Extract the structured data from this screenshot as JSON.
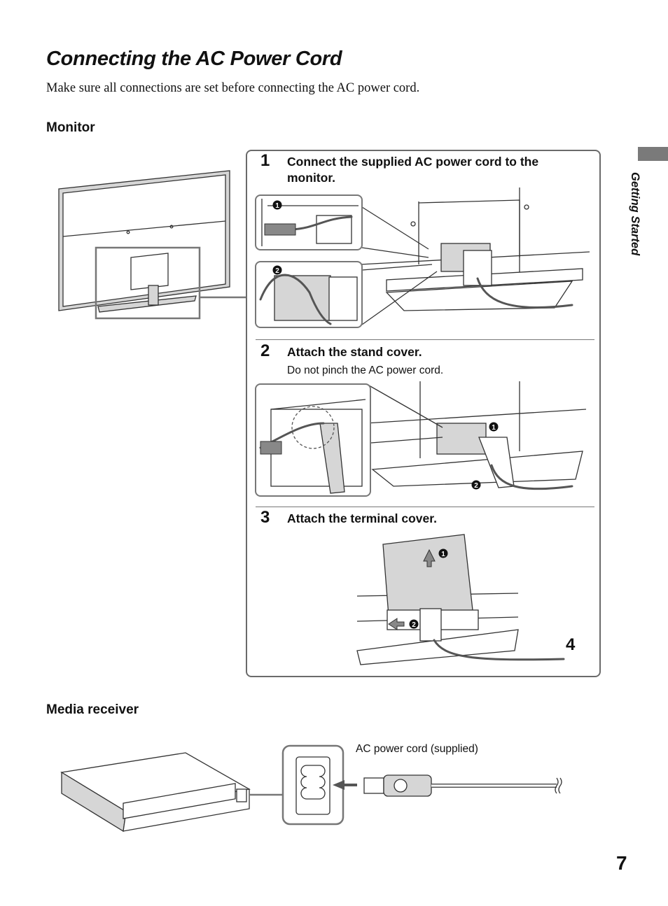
{
  "page": {
    "title": "Connecting the AC Power Cord",
    "intro": "Make sure all connections are set before connecting the AC power cord.",
    "side_label": "Getting Started",
    "page_number": "7"
  },
  "monitor": {
    "heading": "Monitor",
    "steps": [
      {
        "num": "1",
        "text": "Connect the supplied AC power cord to the monitor.",
        "note": ""
      },
      {
        "num": "2",
        "text": "Attach the stand cover.",
        "note": "Do not pinch the AC power cord."
      },
      {
        "num": "3",
        "text": "Attach the terminal cover.",
        "note": ""
      }
    ],
    "step_4_label": "4",
    "callouts": [
      "1",
      "2"
    ]
  },
  "media_receiver": {
    "heading": "Media receiver",
    "cord_caption": "AC power cord (supplied)"
  }
}
